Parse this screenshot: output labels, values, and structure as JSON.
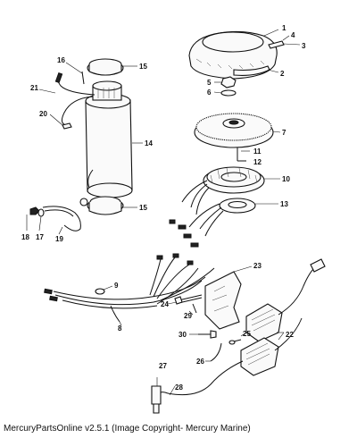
{
  "caption": "MercuryPartsOnline v2.5.1 (Image Copyright- Mercury Marine)",
  "callouts": {
    "n1": "1",
    "n2": "2",
    "n3": "3",
    "n4": "4",
    "n5": "5",
    "n6": "6",
    "n7": "7",
    "n8": "8",
    "n9": "9",
    "n10": "10",
    "n11": "11",
    "n12": "12",
    "n13": "13",
    "n14": "14",
    "n15a": "15",
    "n15b": "15",
    "n16": "16",
    "n17": "17",
    "n18": "18",
    "n19": "19",
    "n20": "20",
    "n21": "21",
    "n22": "22",
    "n23": "23",
    "n24": "24",
    "n25": "25",
    "n26": "26",
    "n27": "27",
    "n28": "28",
    "n29": "29",
    "n30": "30"
  }
}
